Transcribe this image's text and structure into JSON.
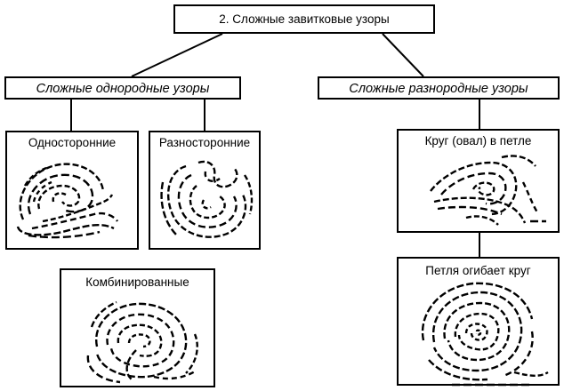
{
  "root": {
    "label": "2. Сложные завитковые узоры"
  },
  "branches": [
    {
      "label": "Сложные однородные узоры"
    },
    {
      "label": "Сложные разнородные узоры"
    }
  ],
  "patterns": {
    "one_sided": "Односторонние",
    "two_sided": "Разносторонние",
    "combined": "Комбинированные",
    "circle_in_loop": "Круг (овал) в петле",
    "loop_around_circle": "Петля огибает круг"
  }
}
